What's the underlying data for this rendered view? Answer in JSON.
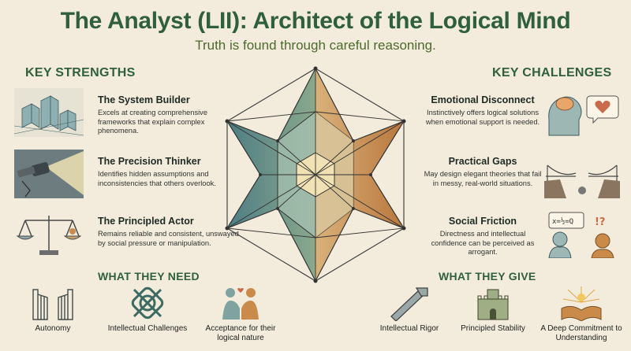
{
  "header": {
    "title": "The Analyst (LII): Architect of the Logical Mind",
    "subtitle": "Truth is found through careful reasoning."
  },
  "strengths": {
    "heading": "KEY STRENGTHS",
    "items": [
      {
        "title": "The System Builder",
        "text": "Excels at creating comprehensive frameworks that explain complex phenomena.",
        "icon": "city-blueprint-icon"
      },
      {
        "title": "The Precision Thinker",
        "text": "Identifies hidden assumptions and inconsistencies that others overlook.",
        "icon": "flashlight-icon"
      },
      {
        "title": "The Principled Actor",
        "text": "Remains reliable and consistent, unswayed by social pressure or manipulation.",
        "icon": "balance-scale-icon"
      }
    ]
  },
  "challenges": {
    "heading": "KEY CHALLENGES",
    "items": [
      {
        "title": "Emotional Disconnect",
        "text": "Instinctively offers logical solutions when emotional support is needed.",
        "icon": "brain-heart-icon"
      },
      {
        "title": "Practical Gaps",
        "text": "May design elegant theories that fail in messy, real-world situations.",
        "icon": "broken-bridge-icon"
      },
      {
        "title": "Social Friction",
        "text": "Directness and intellectual confidence can be perceived as arrogant.",
        "icon": "speech-formula-icon"
      }
    ]
  },
  "needs": {
    "heading": "WHAT THEY NEED",
    "items": [
      {
        "label": "Autonomy",
        "icon": "open-gate-icon"
      },
      {
        "label": "Intellectual Challenges",
        "icon": "celtic-knot-icon"
      },
      {
        "label": "Acceptance for their logical nature",
        "icon": "handshake-icon"
      }
    ]
  },
  "gives": {
    "heading": "WHAT THEY GIVE",
    "items": [
      {
        "label": "Intellectual Rigor",
        "icon": "caliper-icon"
      },
      {
        "label": "Principled Stability",
        "icon": "castle-icon"
      },
      {
        "label": "A Deep Commitment to Understanding",
        "icon": "glowing-book-icon"
      }
    ]
  },
  "colors": {
    "title": "#2f5f3c",
    "subtitle": "#4d6a2e",
    "background": "#f3ecdc",
    "teal": "#5b8a8a",
    "orange": "#c98a4a"
  }
}
